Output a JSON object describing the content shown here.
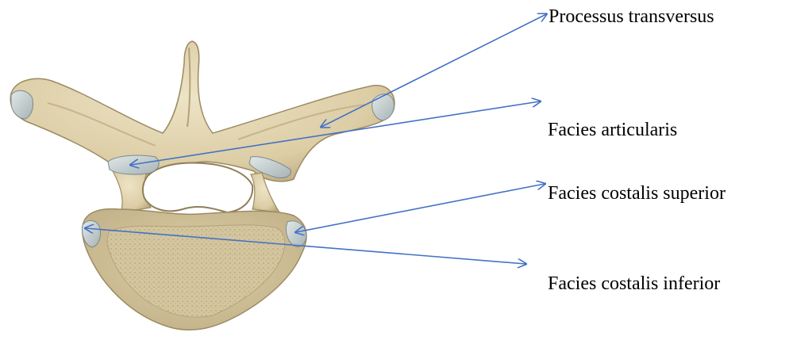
{
  "labels": [
    "Processus transversus",
    "Facies articularis",
    "Facies costalis superior",
    "Facies costalis inferior"
  ],
  "colors": {
    "arrow": "#4472C4",
    "bone": "#E3D7B4",
    "bone_shadow": "#B3A37A",
    "bone_dark": "#8F7F58",
    "cancellous": "#CDBE96",
    "articular_cartilage": "#C9D2D3"
  }
}
